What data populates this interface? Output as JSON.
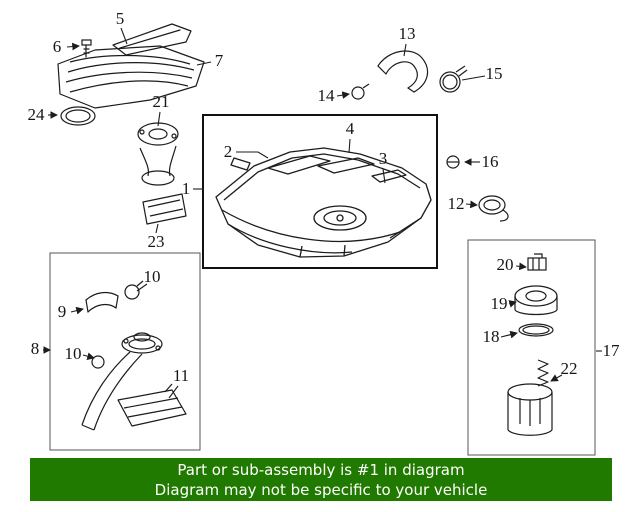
{
  "diagram": {
    "callouts": [
      {
        "number": "5"
      },
      {
        "number": "6"
      },
      {
        "number": "7"
      },
      {
        "number": "24"
      },
      {
        "number": "21"
      },
      {
        "number": "13"
      },
      {
        "number": "14"
      },
      {
        "number": "15"
      },
      {
        "number": "16"
      },
      {
        "number": "12"
      },
      {
        "number": "2"
      },
      {
        "number": "4"
      },
      {
        "number": "3"
      },
      {
        "number": "1"
      },
      {
        "number": "23"
      },
      {
        "number": "9"
      },
      {
        "number": "10"
      },
      {
        "number": "10"
      },
      {
        "number": "8"
      },
      {
        "number": "11"
      },
      {
        "number": "20"
      },
      {
        "number": "19"
      },
      {
        "number": "18"
      },
      {
        "number": "17"
      },
      {
        "number": "22"
      }
    ]
  },
  "banner": {
    "line1": "Part or sub-assembly is #1 in diagram",
    "line2": "Diagram may not be specific to your vehicle",
    "bg_color": "#217a00",
    "text_color": "#ffffff"
  },
  "colors": {
    "line_art": "#1c1c1c",
    "highlight_box": "#111111",
    "group_box": "#555555",
    "background": "#ffffff"
  }
}
